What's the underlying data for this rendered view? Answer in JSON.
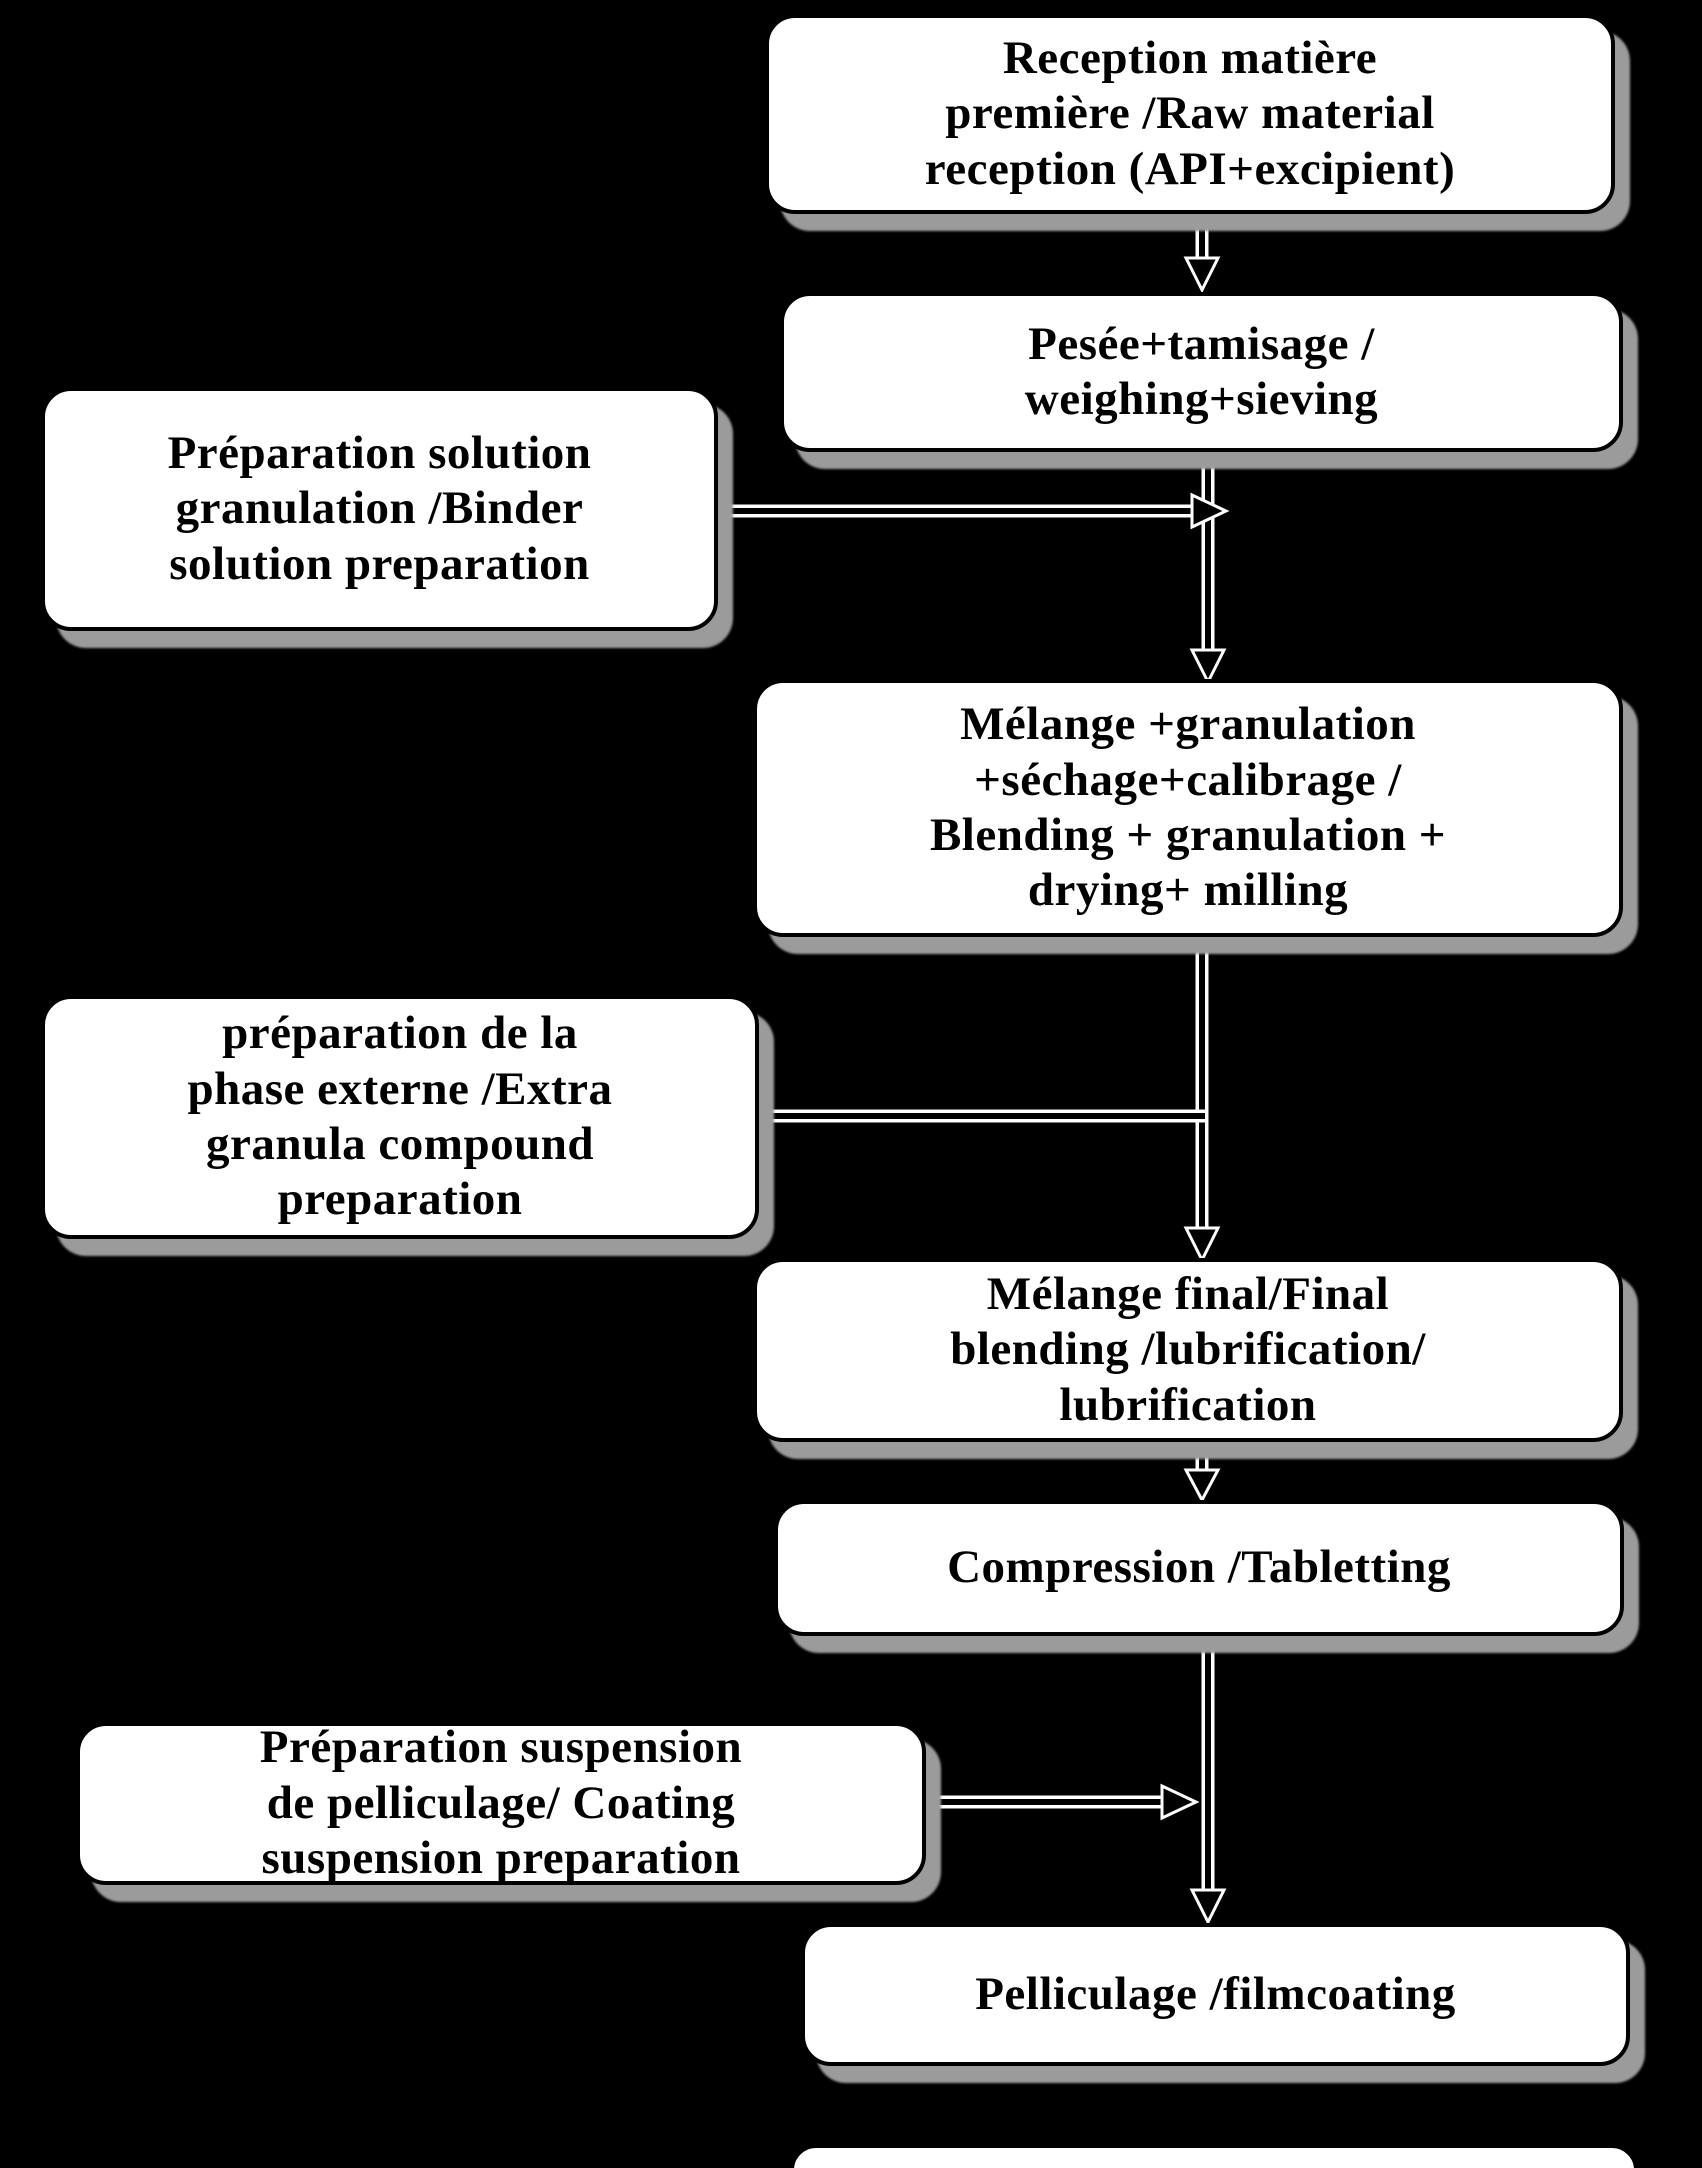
{
  "diagram": {
    "type": "flowchart",
    "background_color": "#000000",
    "node_fill": "#ffffff",
    "node_border_color": "#000000",
    "shadow_color": "#9b9b9b",
    "nodes": {
      "raw_material": {
        "label": "Reception matière\npremière /Raw material\nreception (API+excipient)"
      },
      "weighing": {
        "label": "Pesée+tamisage  /\nweighing+sieving"
      },
      "binder_solution": {
        "label": "Préparation solution\ngranulation /Binder\nsolution preparation"
      },
      "blending_granulation": {
        "label": "Mélange +granulation\n+séchage+calibrage /\nBlending + granulation +\ndrying+ milling"
      },
      "extra_granula": {
        "label": "préparation  de la\nphase externe /Extra\ngranula compound\npreparation"
      },
      "final_blending": {
        "label": "Mélange final/Final\nblending /lubrification/\nlubrification"
      },
      "compression": {
        "label": "Compression /Tabletting"
      },
      "coating_suspension": {
        "label": "Préparation suspension\nde  pelliculage/ Coating\nsuspension preparation"
      },
      "filmcoating": {
        "label": "Pelliculage /filmcoating"
      }
    },
    "edges": [
      {
        "from": "raw_material",
        "to": "weighing",
        "arrow": true
      },
      {
        "from": "weighing",
        "to": "blending_granulation",
        "arrow": true
      },
      {
        "from": "binder_solution",
        "to": "blending_granulation_inflow",
        "arrow": true
      },
      {
        "from": "blending_granulation",
        "to": "final_blending",
        "arrow": true
      },
      {
        "from": "extra_granula",
        "to": "final_blending_inflow",
        "arrow": false
      },
      {
        "from": "final_blending",
        "to": "compression",
        "arrow": true
      },
      {
        "from": "compression",
        "to": "filmcoating",
        "arrow": true
      },
      {
        "from": "coating_suspension",
        "to": "filmcoating_inflow",
        "arrow": true
      }
    ]
  }
}
